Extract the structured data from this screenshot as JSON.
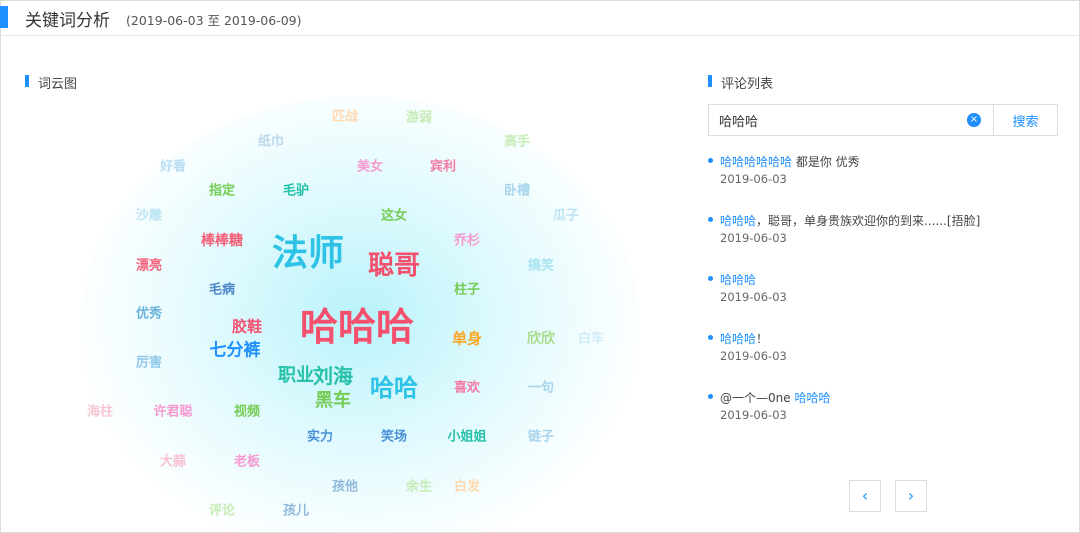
{
  "header": {
    "title": "关键词分析",
    "date_range": "(2019-06-03 至 2019-06-09)"
  },
  "wordcloud": {
    "title": "词云图",
    "words": [
      {
        "text": "匹战",
        "color": "#ffd8b0",
        "size": 13
      },
      {
        "text": "游弱",
        "color": "#c6ecb6",
        "size": 13
      },
      {
        "text": "纸巾",
        "color": "#bcd8ec",
        "size": 13
      },
      {
        "text": "高手",
        "color": "#c6ecb6",
        "size": 13
      },
      {
        "text": "好看",
        "color": "#b8dcf4",
        "size": 13
      },
      {
        "text": "美女",
        "color": "#f69ad0",
        "size": 13
      },
      {
        "text": "宾利",
        "color": "#f47aa4",
        "size": 13
      },
      {
        "text": "指定",
        "color": "#74cc54",
        "size": 13
      },
      {
        "text": "毛驴",
        "color": "#25c0a8",
        "size": 13
      },
      {
        "text": "卧槽",
        "color": "#a8d4ec",
        "size": 13
      },
      {
        "text": "沙雕",
        "color": "#bce4f4",
        "size": 13
      },
      {
        "text": "这女",
        "color": "#74cc54",
        "size": 13
      },
      {
        "text": "瓜子",
        "color": "#bce4f4",
        "size": 13
      },
      {
        "text": "棒棒糖",
        "color": "#f4607a",
        "size": 14
      },
      {
        "text": "法师",
        "color": "#2ec3e6",
        "size": 36
      },
      {
        "text": "聪哥",
        "color": "#f4506e",
        "size": 26
      },
      {
        "text": "乔杉",
        "color": "#f69ad0",
        "size": 13
      },
      {
        "text": "漂亮",
        "color": "#f4607a",
        "size": 13
      },
      {
        "text": "搞笑",
        "color": "#a8e4f0",
        "size": 13
      },
      {
        "text": "毛病",
        "color": "#4a86c8",
        "size": 13
      },
      {
        "text": "柱子",
        "color": "#74cc54",
        "size": 13
      },
      {
        "text": "优秀",
        "color": "#6ab4dc",
        "size": 13
      },
      {
        "text": "胶鞋",
        "color": "#f4506e",
        "size": 15
      },
      {
        "text": "哈哈哈",
        "color": "#f4506e",
        "size": 38
      },
      {
        "text": "单身",
        "color": "#f9a825",
        "size": 15
      },
      {
        "text": "欣欣",
        "color": "#a8dc8c",
        "size": 14
      },
      {
        "text": "白车",
        "color": "#d0ecf8",
        "size": 13
      },
      {
        "text": "七分裤",
        "color": "#1e90ff",
        "size": 17
      },
      {
        "text": "厉害",
        "color": "#8ec8ea",
        "size": 13
      },
      {
        "text": "职业",
        "color": "#25c0a8",
        "size": 18
      },
      {
        "text": "刘海",
        "color": "#25c0a8",
        "size": 20
      },
      {
        "text": "哈哈",
        "color": "#2ec3e6",
        "size": 24
      },
      {
        "text": "喜欢",
        "color": "#f47aa4",
        "size": 13
      },
      {
        "text": "一句",
        "color": "#a8d4ec",
        "size": 13
      },
      {
        "text": "黑车",
        "color": "#74cc54",
        "size": 18
      },
      {
        "text": "海柱",
        "color": "#f8c8d4",
        "size": 13
      },
      {
        "text": "许君聪",
        "color": "#f69ad0",
        "size": 13
      },
      {
        "text": "视频",
        "color": "#74cc54",
        "size": 13
      },
      {
        "text": "实力",
        "color": "#4a90d8",
        "size": 13
      },
      {
        "text": "笑场",
        "color": "#4a90d8",
        "size": 13
      },
      {
        "text": "小姐姐",
        "color": "#25c0a8",
        "size": 13
      },
      {
        "text": "链子",
        "color": "#a8d4ec",
        "size": 13
      },
      {
        "text": "大蒜",
        "color": "#f8c0d0",
        "size": 13
      },
      {
        "text": "老板",
        "color": "#f69ad0",
        "size": 13
      },
      {
        "text": "孩他",
        "color": "#90b8dc",
        "size": 13
      },
      {
        "text": "余生",
        "color": "#c6ecb6",
        "size": 13
      },
      {
        "text": "白发",
        "color": "#ffd8b0",
        "size": 13
      },
      {
        "text": "评论",
        "color": "#c6ecb6",
        "size": 13
      },
      {
        "text": "孩儿",
        "color": "#90b8dc",
        "size": 13
      }
    ]
  },
  "comments": {
    "title": "评论列表",
    "search": {
      "value": "哈哈哈",
      "button": "搜索",
      "clear_icon": "×"
    },
    "items": [
      {
        "keyword": "哈哈哈哈哈哈",
        "rest": " 都是你 优秀",
        "date": "2019-06-03"
      },
      {
        "keyword": "哈哈哈",
        "rest": "，聪哥，单身贵族欢迎你的到来......[捂脸]",
        "date": "2019-06-03"
      },
      {
        "keyword": "哈哈哈",
        "rest": "",
        "date": "2019-06-03"
      },
      {
        "keyword": "哈哈哈",
        "rest": "！",
        "date": "2019-06-03"
      },
      {
        "prefix": "@一个—0ne ",
        "keyword": "哈哈哈",
        "rest": "",
        "date": "2019-06-03"
      }
    ],
    "pager": {
      "prev": "‹",
      "next": "›"
    }
  },
  "colors": {
    "accent": "#1e90ff"
  }
}
